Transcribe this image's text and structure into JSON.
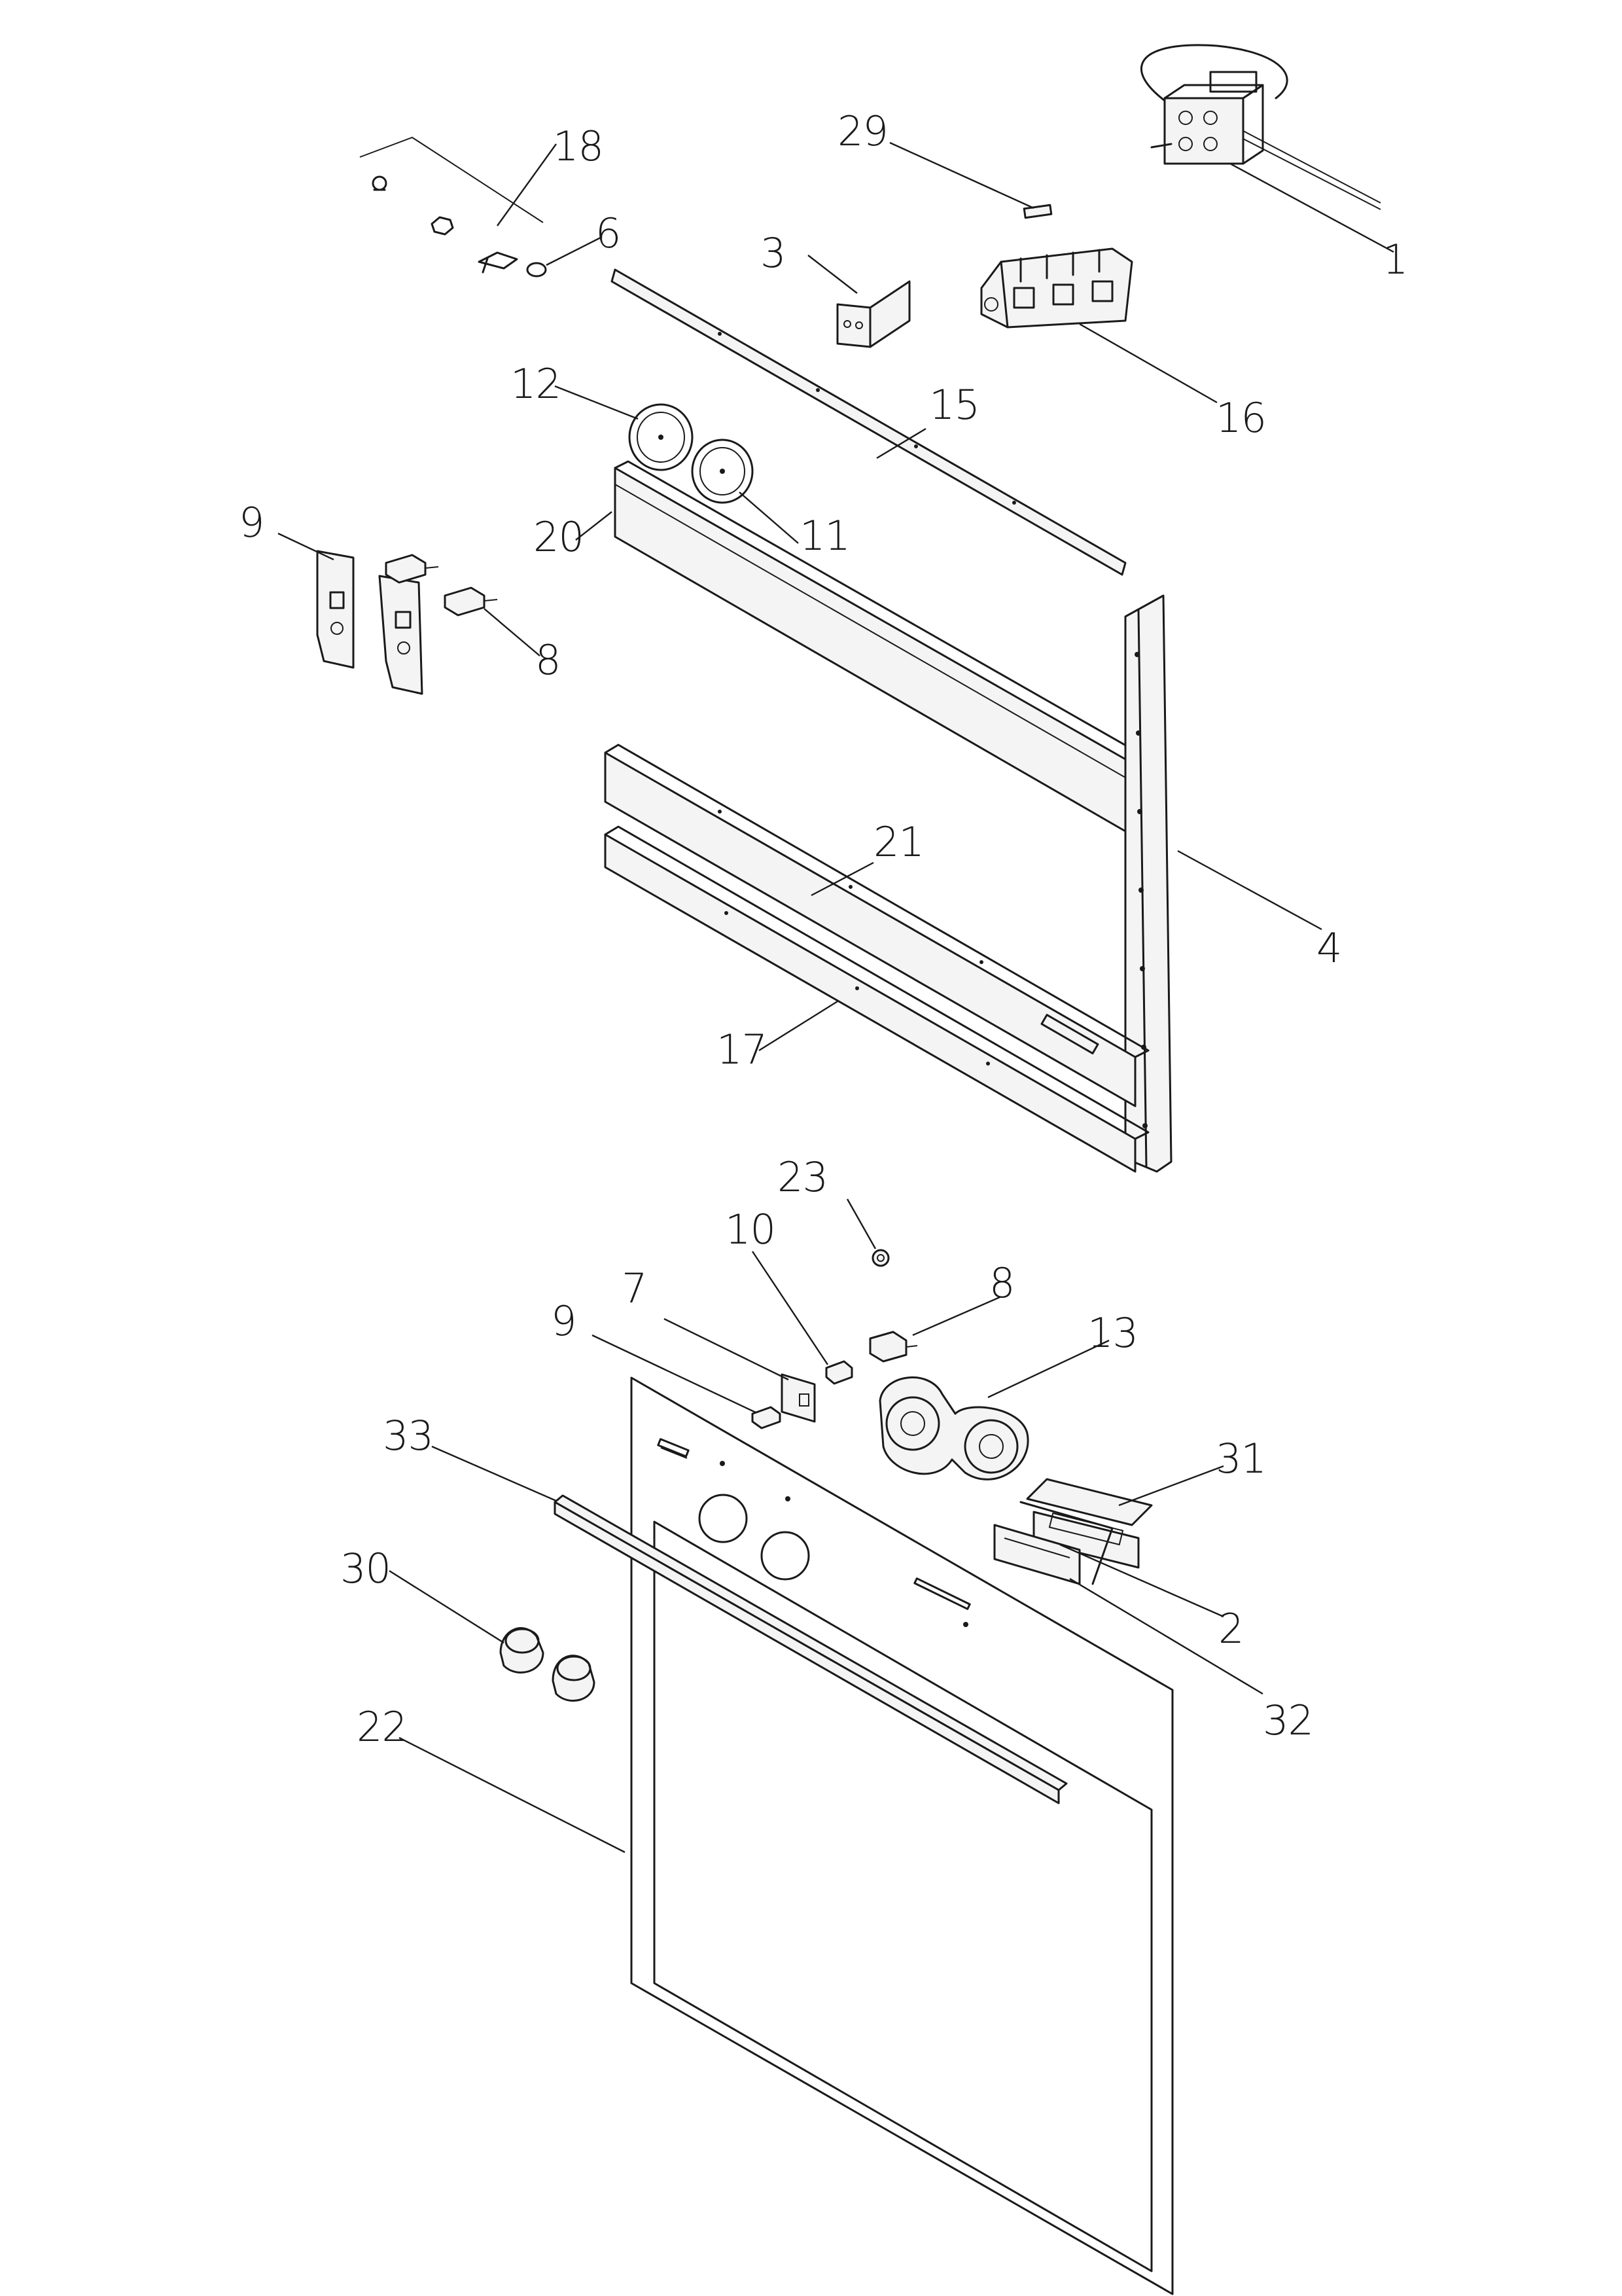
{
  "diagram": {
    "callouts": [
      {
        "id": "c1",
        "label": "1"
      },
      {
        "id": "c2",
        "label": "2"
      },
      {
        "id": "c3",
        "label": "3"
      },
      {
        "id": "c4",
        "label": "4"
      },
      {
        "id": "c6",
        "label": "6"
      },
      {
        "id": "c7",
        "label": "7"
      },
      {
        "id": "c8a",
        "label": "8"
      },
      {
        "id": "c8b",
        "label": "8"
      },
      {
        "id": "c9a",
        "label": "9"
      },
      {
        "id": "c9b",
        "label": "9"
      },
      {
        "id": "c10",
        "label": "10"
      },
      {
        "id": "c11",
        "label": "11"
      },
      {
        "id": "c12",
        "label": "12"
      },
      {
        "id": "c13",
        "label": "13"
      },
      {
        "id": "c15",
        "label": "15"
      },
      {
        "id": "c16",
        "label": "16"
      },
      {
        "id": "c17",
        "label": "17"
      },
      {
        "id": "c18",
        "label": "18"
      },
      {
        "id": "c20",
        "label": "20"
      },
      {
        "id": "c21",
        "label": "21"
      },
      {
        "id": "c22",
        "label": "22"
      },
      {
        "id": "c23",
        "label": "23"
      },
      {
        "id": "c29",
        "label": "29"
      },
      {
        "id": "c30",
        "label": "30"
      },
      {
        "id": "c31",
        "label": "31"
      },
      {
        "id": "c32",
        "label": "32"
      },
      {
        "id": "c33",
        "label": "33"
      }
    ]
  }
}
